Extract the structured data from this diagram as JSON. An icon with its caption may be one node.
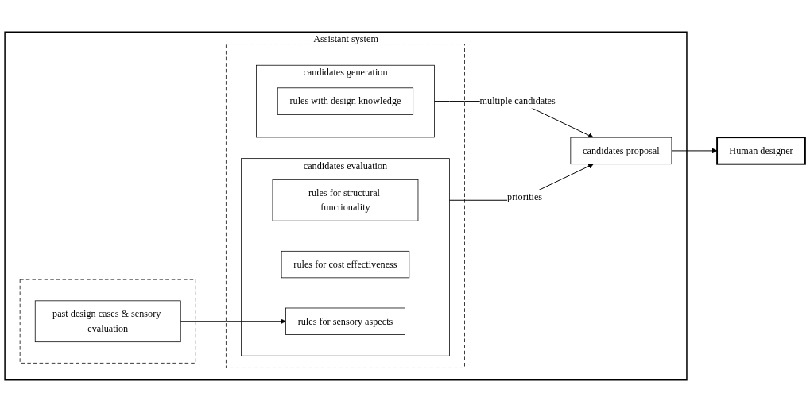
{
  "diagram": {
    "nodes": [
      {
        "text": [
          "Assistant system"
        ]
      },
      {
        "text": [],
        "shape": "box",
        "in": 0
      },
      {
        "text": [
          "candidates generation"
        ],
        "in": 1
      },
      {
        "text": [
          "rules with design knowledge"
        ],
        "in": 2
      },
      {
        "text": [
          "candidates evaluation"
        ],
        "in": 1
      },
      {
        "text": [
          "rules for structural functionality"
        ],
        "in": 4
      },
      {
        "text": [
          "rules for cost effectiveness"
        ],
        "in": 4
      },
      {
        "text": [
          "rules for sensory aspects"
        ],
        "in": 4
      },
      {
        "text": [
          "candidates proposal"
        ],
        "in": 0
      },
      {
        "text": [],
        "shape": "box",
        "in": 0
      },
      {
        "text": [
          "past design cases & sensory evaluation"
        ],
        "in": 9
      },
      {
        "text": [
          "Human designer"
        ]
      }
    ],
    "edges": [
      {
        "from": 2,
        "to": 8,
        "arrow": "to",
        "label": "multiple candidates"
      },
      {
        "from": 4,
        "to": 8,
        "arrow": "to",
        "label": "priorities"
      },
      {
        "from": 8,
        "to": 11,
        "arrow": "to"
      },
      {
        "from": 10,
        "to": 7,
        "arrow": "to"
      }
    ]
  }
}
